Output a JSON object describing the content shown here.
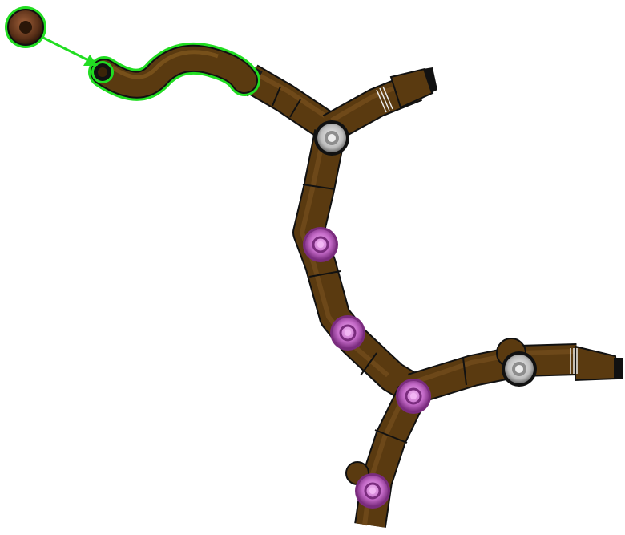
{
  "scene": {
    "background": "#ffffff",
    "hose_color": "#5a3a10",
    "hose_dark": "#3a2408",
    "hose_light": "#8a5f22",
    "selection_color": "#22dd22",
    "clip_color": "#c46ac8",
    "clip_dark": "#7a2c7e",
    "grommet_color": "#c8c8c8",
    "plug_color": "#111111",
    "cap_color": "#5a3018"
  },
  "parts": [
    {
      "name": "branch-left-hose",
      "kind": "hose"
    },
    {
      "name": "branch-right-hose",
      "kind": "hose"
    },
    {
      "name": "trunk-hose",
      "kind": "hose"
    },
    {
      "name": "lower-right-hose",
      "kind": "hose"
    },
    {
      "name": "bottom-hose",
      "kind": "hose"
    },
    {
      "name": "selected-bent-hose",
      "kind": "hose",
      "selected": true
    },
    {
      "name": "detached-end-cap",
      "kind": "cap",
      "selected": true
    },
    {
      "name": "grommet-top",
      "kind": "grommet"
    },
    {
      "name": "grommet-right",
      "kind": "grommet"
    },
    {
      "name": "clip-1",
      "kind": "clip"
    },
    {
      "name": "clip-2",
      "kind": "clip"
    },
    {
      "name": "clip-3",
      "kind": "clip"
    },
    {
      "name": "clip-4",
      "kind": "clip"
    }
  ]
}
